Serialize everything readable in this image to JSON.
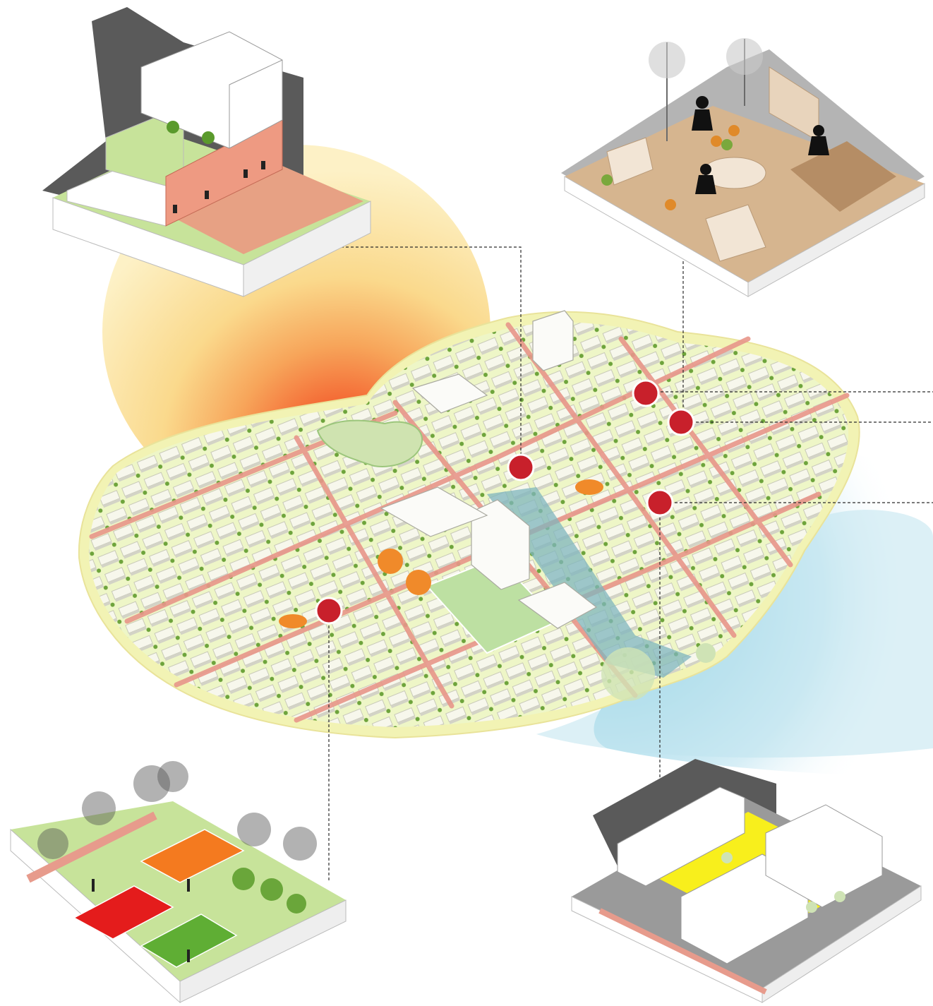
{
  "palette": {
    "background": "#ffffff",
    "sun_outer": "#fbe9a8",
    "sun_inner": "#ef3b1f",
    "water_outer": "#e9f6fb",
    "water_inner": "#8ccfe0",
    "district_base": "#f2f2a6",
    "green_space": "#cfe7b5",
    "street": "#e79b8c",
    "building": "#f4f4f4",
    "building_shade": "#cfcfcf",
    "tree": "#5a9a2c",
    "marker": "#c8202b",
    "leader_line": "#222222",
    "plinth_top": "#c7e39a",
    "plinth_side": "#ffffff",
    "shadow": "#5a5a5a"
  },
  "markers": [
    {
      "id": "marker-1",
      "target": "vertical-sports-building"
    },
    {
      "id": "marker-2",
      "target": "offscreen-right-1"
    },
    {
      "id": "marker-3",
      "target": "offscreen-right-2"
    },
    {
      "id": "marker-4",
      "target": "courtyard-housing"
    },
    {
      "id": "marker-5",
      "target": "sports-courts-park"
    }
  ],
  "vignettes": [
    {
      "id": "vertical-sports-building",
      "theme": "climbing-wall facade building"
    },
    {
      "id": "skate-park",
      "theme": "skatepark with ramps and bowl"
    },
    {
      "id": "sports-courts-park",
      "theme": "tennis, basketball and football courts in park"
    },
    {
      "id": "courtyard-housing",
      "theme": "housing blocks around yellow courtyard"
    }
  ]
}
